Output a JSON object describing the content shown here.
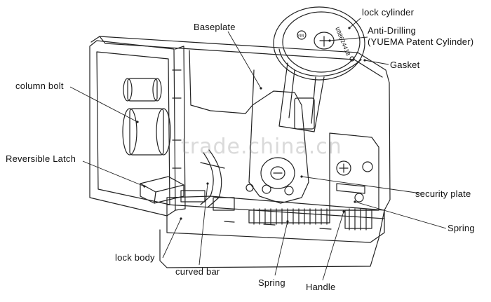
{
  "watermark": "trade.china.cn",
  "labels": {
    "lock_cylinder": "lock cylinder",
    "anti_drilling_1": "Anti-Drilling",
    "anti_drilling_2": "(YUEMA Patent Cylinder)",
    "gasket": "Gasket",
    "baseplate": "Baseplate",
    "column_bolt": "column bolt",
    "reversible_latch": "Reversible Latch",
    "security_plate": "security plate",
    "spring_right": "Spring",
    "lock_body": "lock body",
    "curved_bar": "curved bar",
    "spring_bottom": "Spring",
    "handle": "Handle"
  },
  "cylinder_text": {
    "serial": "U08624418",
    "mark": "YM"
  }
}
